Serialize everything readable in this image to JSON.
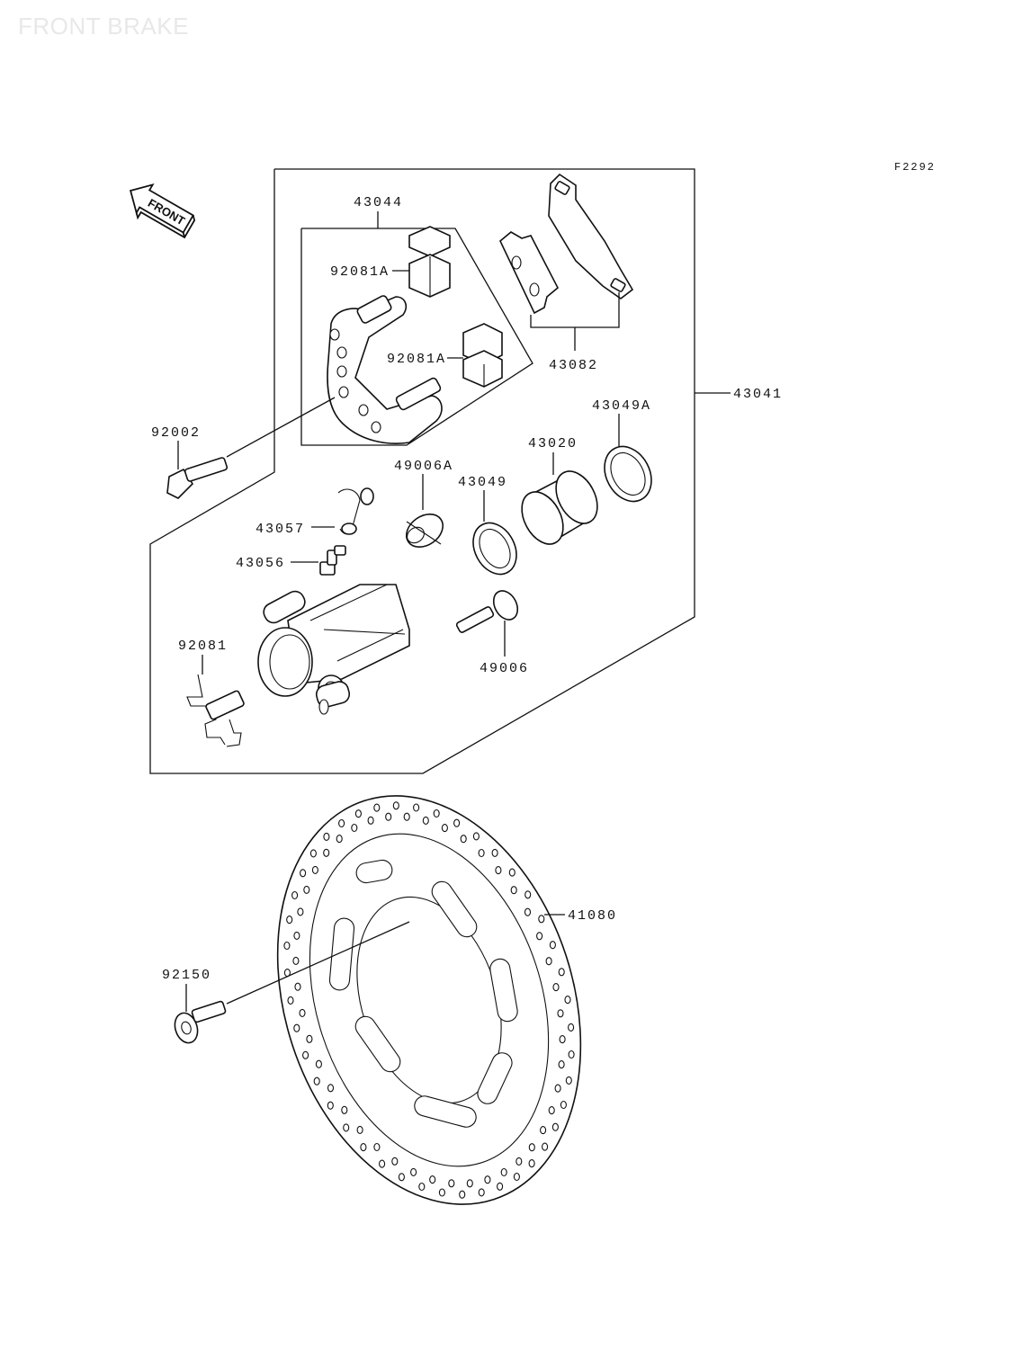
{
  "page": {
    "title": "FRONT BRAKE",
    "figure_ref": "F2292"
  },
  "direction_marker": {
    "text": "FRONT",
    "icon": "front-arrow-icon"
  },
  "parts": {
    "p43044": "43044",
    "p92081A_1": "92081A",
    "p92081A_2": "92081A",
    "p43082": "43082",
    "p43041": "43041",
    "p92002": "92002",
    "p43049A": "43049A",
    "p43020": "43020",
    "p49006A": "49006A",
    "p43049": "43049",
    "p43057": "43057",
    "p43056": "43056",
    "p92081": "92081",
    "p49006": "49006",
    "p41080": "41080",
    "p92150": "92150"
  }
}
